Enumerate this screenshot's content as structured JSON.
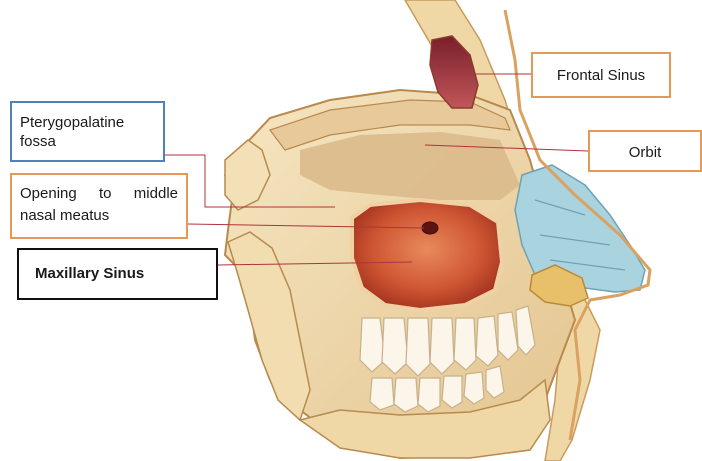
{
  "labels": {
    "frontal_sinus": "Frontal Sinus",
    "orbit": "Orbit",
    "pterygopalatine_fossa": "Pterygopalatine fossa",
    "opening_middle_meatus": "Opening to middle nasal meatus",
    "maxillary_sinus": "Maxillary Sinus"
  },
  "colors": {
    "label_border_orange": "#e49a56",
    "label_border_blue": "#4f81bd",
    "label_border_black": "#111111",
    "leader_line": "#b0333a",
    "bone": "#f2dcb0",
    "sinus_red": "#c9482d",
    "nasal_cartilage_blue": "#a9d3df"
  }
}
